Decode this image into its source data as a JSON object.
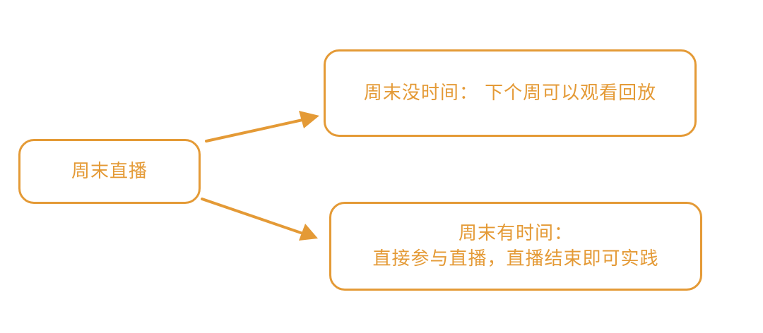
{
  "colors": {
    "accent": "#e49a36",
    "background": "#ffffff"
  },
  "diagram": {
    "source": {
      "label": "周末直播"
    },
    "branches": [
      {
        "lines": [
          "周末没时间： 下个周可以观看回放"
        ]
      },
      {
        "lines": [
          "周末有时间：",
          "直接参与直播，直播结束即可实践"
        ]
      }
    ]
  }
}
